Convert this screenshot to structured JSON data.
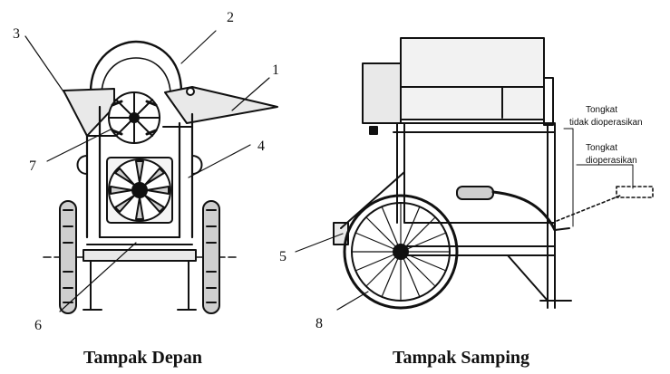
{
  "captions": {
    "front": "Tampak Depan",
    "side": "Tampak Samping"
  },
  "callouts": {
    "c1": "1",
    "c2": "2",
    "c3": "3",
    "c4": "4",
    "c5": "5",
    "c6": "6",
    "c7": "7",
    "c8": "8"
  },
  "annotations": {
    "lever_not_operated_line1": "Tongkat",
    "lever_not_operated_line2": "tidak dioperasikan",
    "lever_operated_line1": "Tongkat",
    "lever_operated_line2": "dioperasikan"
  },
  "colors": {
    "ink": "#111111",
    "paper": "#ffffff",
    "fill_light": "#e9e9e9",
    "fill_mid": "#cfcfcf"
  }
}
